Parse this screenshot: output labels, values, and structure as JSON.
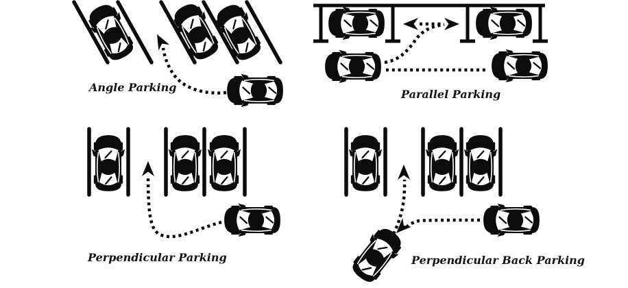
{
  "figure": {
    "title": "Parking types diagram",
    "background_color": "#ffffff",
    "ink_color": "#0c0c0c",
    "diagrams": [
      {
        "id": "angle",
        "label": "Angle Parking",
        "parked_cars": 3,
        "empty_slots": 1,
        "maneuvering_cars": 1,
        "slot_orientation": "angled"
      },
      {
        "id": "parallel",
        "label": "Parallel Parking",
        "parked_cars": 2,
        "empty_slots": 1,
        "curb_cars": 2,
        "slot_orientation": "parallel"
      },
      {
        "id": "perpendicular",
        "label": "Perpendicular Parking",
        "parked_cars": 3,
        "empty_slots": 1,
        "maneuvering_cars": 1,
        "slot_orientation": "perpendicular"
      },
      {
        "id": "perpendicular-back",
        "label": "Perpendicular Back Parking",
        "parked_cars": 3,
        "empty_slots": 1,
        "maneuvering_cars": 2,
        "slot_orientation": "perpendicular"
      }
    ]
  }
}
